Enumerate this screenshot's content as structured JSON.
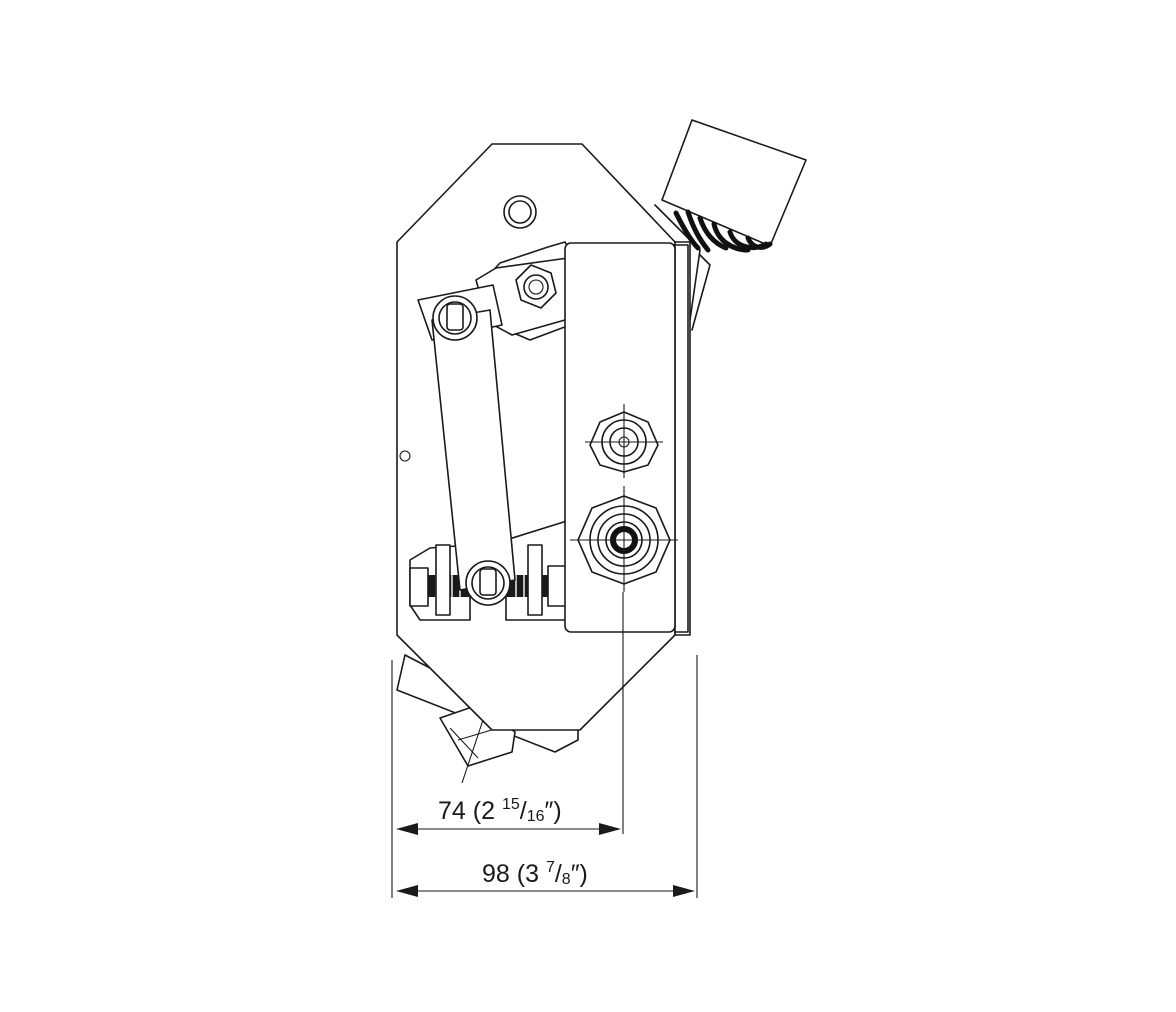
{
  "dimensions": [
    {
      "value": "74",
      "open": " (2 ",
      "num": "15",
      "slash": "/",
      "den": "16",
      "close": "″)"
    },
    {
      "value": "98",
      "open": " (3 ",
      "num": "7",
      "slash": "/",
      "den": "8",
      "close": "″)"
    }
  ]
}
